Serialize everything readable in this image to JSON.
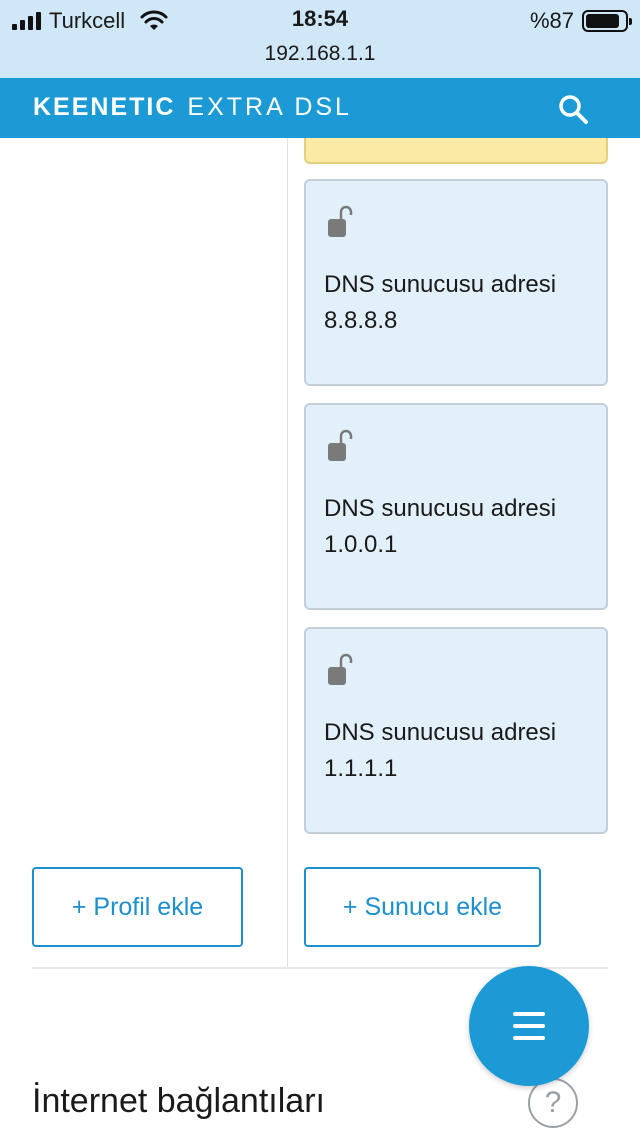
{
  "status_bar": {
    "carrier": "Turkcell",
    "time": "18:54",
    "url": "192.168.1.1",
    "battery": "%87",
    "battery_level": 0.87
  },
  "header": {
    "brand": "KEENETIC",
    "model": "EXTRA DSL",
    "search_icon": "search-icon"
  },
  "dns_servers": [
    {
      "label": "DNS sunucusu adresi",
      "address": "8.8.8.8",
      "icon": "unlock-icon"
    },
    {
      "label": "DNS sunucusu adresi",
      "address": "1.0.0.1",
      "icon": "unlock-icon"
    },
    {
      "label": "DNS sunucusu adresi",
      "address": "1.1.1.1",
      "icon": "unlock-icon"
    }
  ],
  "buttons": {
    "add_profile": "+ Profil ekle",
    "add_server": "+ Sunucu ekle"
  },
  "section": {
    "title": "İnternet bağlantıları",
    "help": "?"
  },
  "colors": {
    "accent": "#1c9ad6",
    "card_bg": "#e1f0fa",
    "warning_bg": "#fbeaa6"
  }
}
